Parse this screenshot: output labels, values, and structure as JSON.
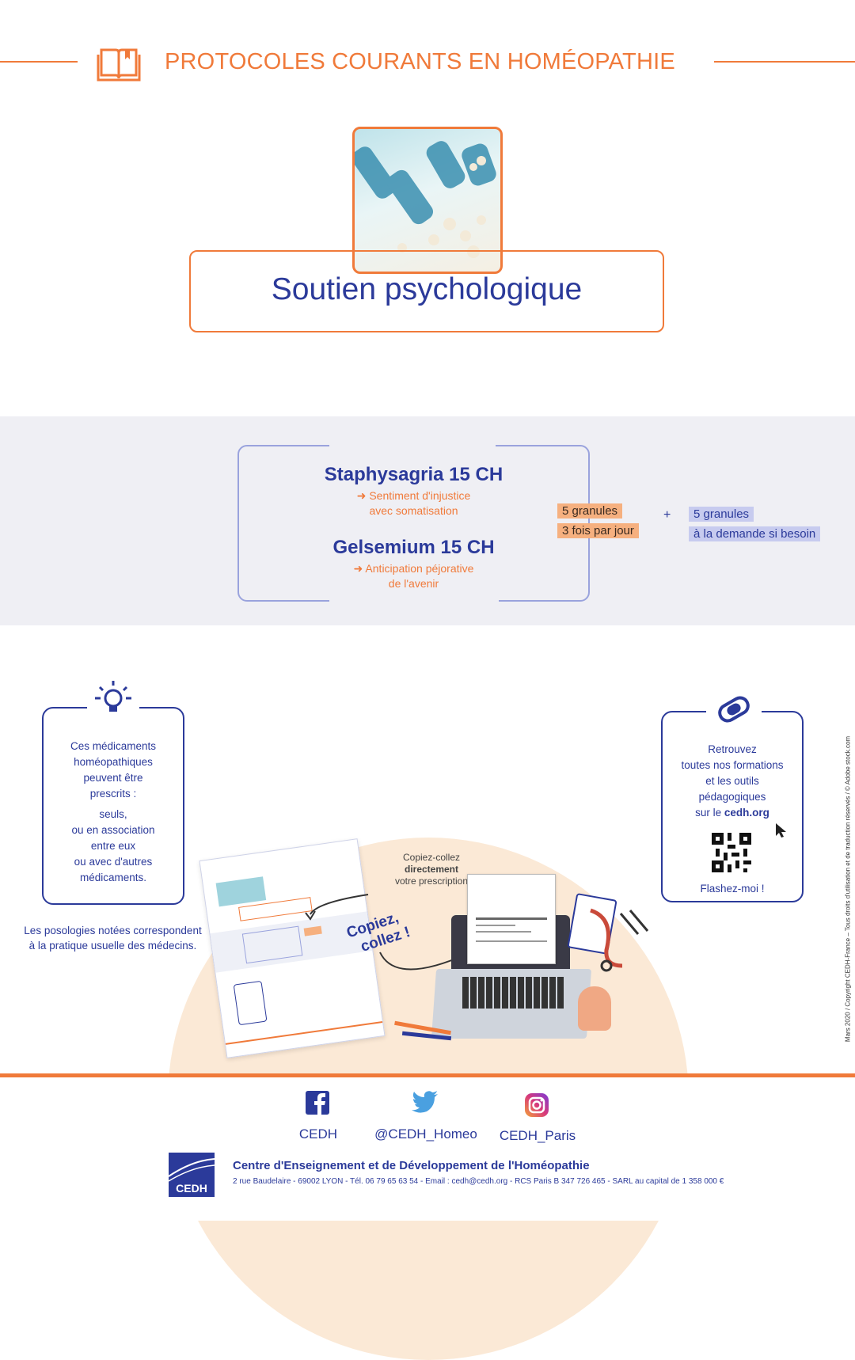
{
  "header": {
    "title": "PROTOCOLES COURANTS EN HOMÉOPATHIE",
    "icon": "book-icon",
    "accent_color": "#f07a3a"
  },
  "hero": {
    "title": "Soutien psychologique",
    "image": "homeopathy-tubes-photo"
  },
  "remedies": [
    {
      "name": "Staphysagria 15 CH",
      "desc_line1": "➜ Sentiment d'injustice",
      "desc_line2": "avec somatisation"
    },
    {
      "name": "Gelsemium 15 CH",
      "desc_line1": "➜ Anticipation péjorative",
      "desc_line2": "de l'avenir"
    }
  ],
  "dosage": {
    "primary_line1": "5 granules",
    "primary_line2": "3 fois par jour",
    "plus": "+",
    "secondary_line1": "5 granules",
    "secondary_line2": "à la demande si besoin"
  },
  "left_box": {
    "icon": "lightbulb-icon",
    "lines": [
      "Ces médicaments",
      "homéopathiques",
      "peuvent être",
      "prescrits :"
    ],
    "lines2": [
      "seuls,",
      "ou en association",
      "entre eux",
      "ou avec d'autres",
      "médicaments."
    ]
  },
  "posology_note": {
    "line1": "Les posologies notées correspondent",
    "line2": "à la pratique usuelle des médecins."
  },
  "right_box": {
    "icon": "link-icon",
    "lines": [
      "Retrouvez",
      "toutes nos formations",
      "et les outils",
      "pédagogiques"
    ],
    "site_prefix": "sur le ",
    "site": "cedh.org",
    "qr_label": "Flashez-moi !"
  },
  "illustration": {
    "copy_line1": "Copiez-collez",
    "copy_line2": "directement",
    "copy_line3": "votre prescription",
    "copiez": "Copiez,",
    "collez": "collez !"
  },
  "social": {
    "facebook": "CEDH",
    "twitter": "@CEDH_Homeo",
    "instagram": "CEDH_Paris"
  },
  "footer": {
    "logo": "CEDH",
    "org_name": "Centre d'Enseignement et de Développement de l'Homéopathie",
    "address": "2 rue Baudelaire - 69002 LYON - Tél. 06 79 65 63 54 - Email : cedh@cedh.org - RCS Paris B 347 726 465 - SARL au capital de 1 358 000 €",
    "vertical_note": "Mars 2020 / Copyright CEDH-France – Tous droits d'utilisation et de traduction réservés / © Adobe stock.com"
  }
}
